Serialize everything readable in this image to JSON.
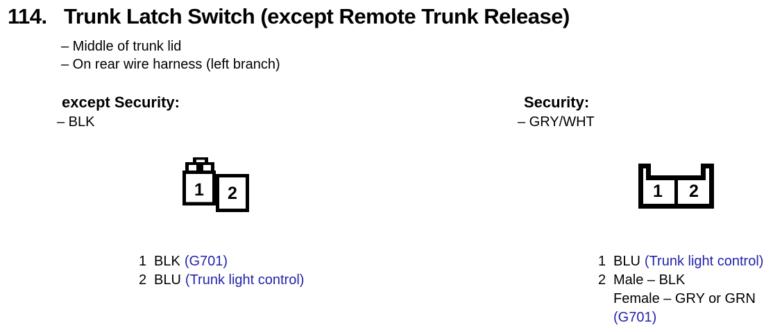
{
  "page": {
    "item_number": "114.",
    "title": "Trunk Latch Switch (except Remote Trunk Release)",
    "location_notes": [
      "– Middle of trunk lid",
      "– On rear wire harness (left branch)"
    ]
  },
  "colors": {
    "ink": "#000000",
    "reference_blue": "#2323aa",
    "background": "#ffffff"
  },
  "variants": {
    "left": {
      "heading": "except Security:",
      "wire_color": "– BLK",
      "connector": {
        "pin_labels": [
          "1",
          "2"
        ]
      },
      "legend": [
        {
          "pin": "1",
          "wire": "BLK",
          "note": "(G701)"
        },
        {
          "pin": "2",
          "wire": "BLU",
          "note": "(Trunk light control)"
        }
      ]
    },
    "right": {
      "heading": "Security:",
      "wire_color": "– GRY/WHT",
      "connector": {
        "pin_labels": [
          "1",
          "2"
        ]
      },
      "legend": [
        {
          "pin": "1",
          "wire": "BLU",
          "note": "(Trunk light control)"
        },
        {
          "pin": "2",
          "wire": "Male – BLK",
          "wire_line2": "Female – GRY or GRN",
          "note": "(G701)"
        }
      ]
    }
  }
}
